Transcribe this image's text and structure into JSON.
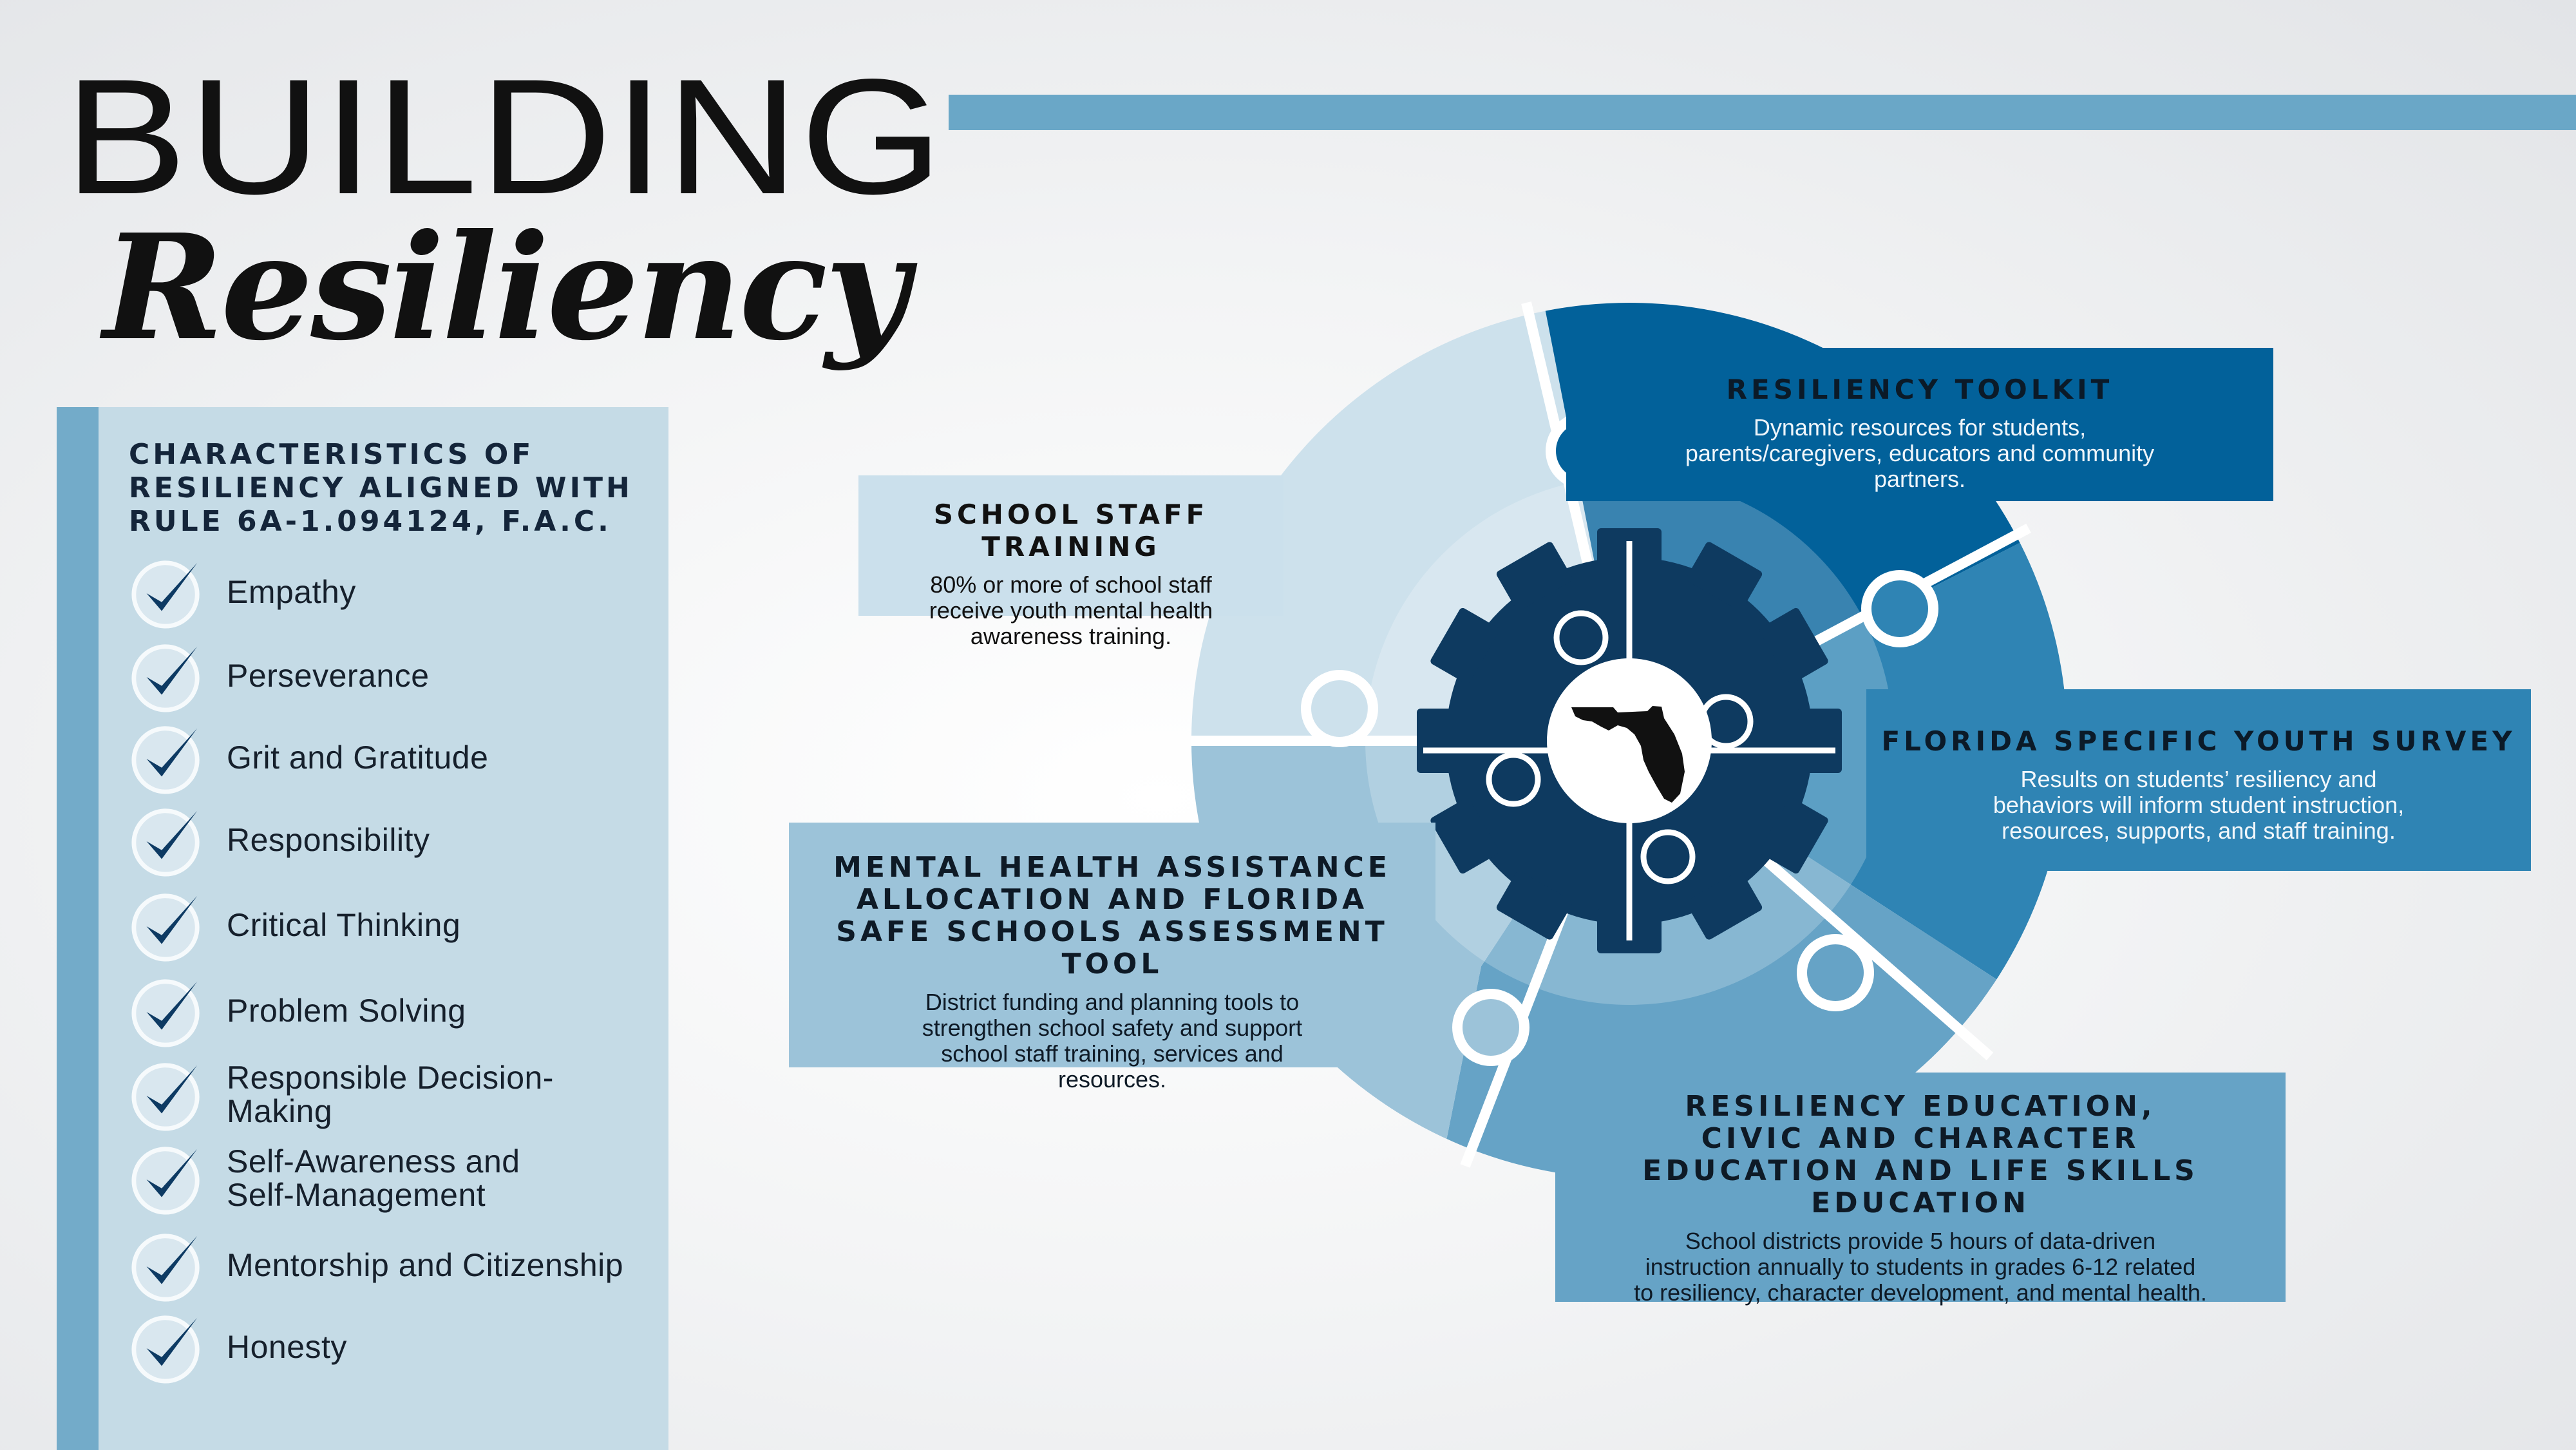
{
  "title": {
    "line1": "BUILDING",
    "line2": "Resiliency"
  },
  "sidebar": {
    "heading": "CHARACTERISTICS OF RESILIENCY ALIGNED WITH RULE 6A-1.094124, F.A.C.",
    "items": [
      {
        "label": "Empathy",
        "icon": "checkmark-icon"
      },
      {
        "label": "Perseverance",
        "icon": "checkmark-icon"
      },
      {
        "label": "Grit and Gratitude",
        "icon": "checkmark-icon"
      },
      {
        "label": "Responsibility",
        "icon": "checkmark-icon"
      },
      {
        "label": "Critical Thinking",
        "icon": "checkmark-icon"
      },
      {
        "label": "Problem Solving",
        "icon": "checkmark-icon"
      },
      {
        "label": "Responsible Decision-Making",
        "icon": "checkmark-icon"
      },
      {
        "label": "Self-Awareness and\nSelf-Management",
        "icon": "checkmark-icon"
      },
      {
        "label": "Mentorship and Citizenship",
        "icon": "checkmark-icon"
      },
      {
        "label": "Honesty",
        "icon": "checkmark-icon"
      }
    ]
  },
  "diagram": {
    "center_icon": "florida-map-icon",
    "sections": {
      "staff_training": {
        "title": "SCHOOL STAFF TRAINING",
        "text": "80% or more of school staff receive youth mental health awareness training."
      },
      "toolkit": {
        "title": "RESILIENCY TOOLKIT",
        "text": "Dynamic resources for students, parents/caregivers, educators and community partners."
      },
      "youth_survey": {
        "title": "FLORIDA SPECIFIC YOUTH SURVEY",
        "text": "Results on students’ resiliency and behaviors will inform student instruction, resources, supports, and staff training."
      },
      "mental_health": {
        "title": "MENTAL HEALTH ASSISTANCE ALLOCATION AND FLORIDA SAFE SCHOOLS ASSESSMENT TOOL",
        "text": "District funding and planning tools to strengthen school safety and support school staff training, services and resources."
      },
      "education": {
        "title": "RESILIENCY EDUCATION, CIVIC AND CHARACTER EDUCATION AND LIFE SKILLS EDUCATION",
        "text": "School districts provide 5 hours of data-driven instruction annually to students in grades 6-12 related to resiliency, character development, and mental health."
      }
    }
  },
  "colors": {
    "dark_navy": "#0e3a60",
    "toolkit_blue": "#02619a",
    "survey_blue": "#2f84b4",
    "education_blue": "#66a3c6",
    "mental_blue": "#9cc3d9",
    "staff_light": "#cbe0ec",
    "bar_blue": "#6aa7c7",
    "sidebar_bg": "#c5dbe6"
  }
}
